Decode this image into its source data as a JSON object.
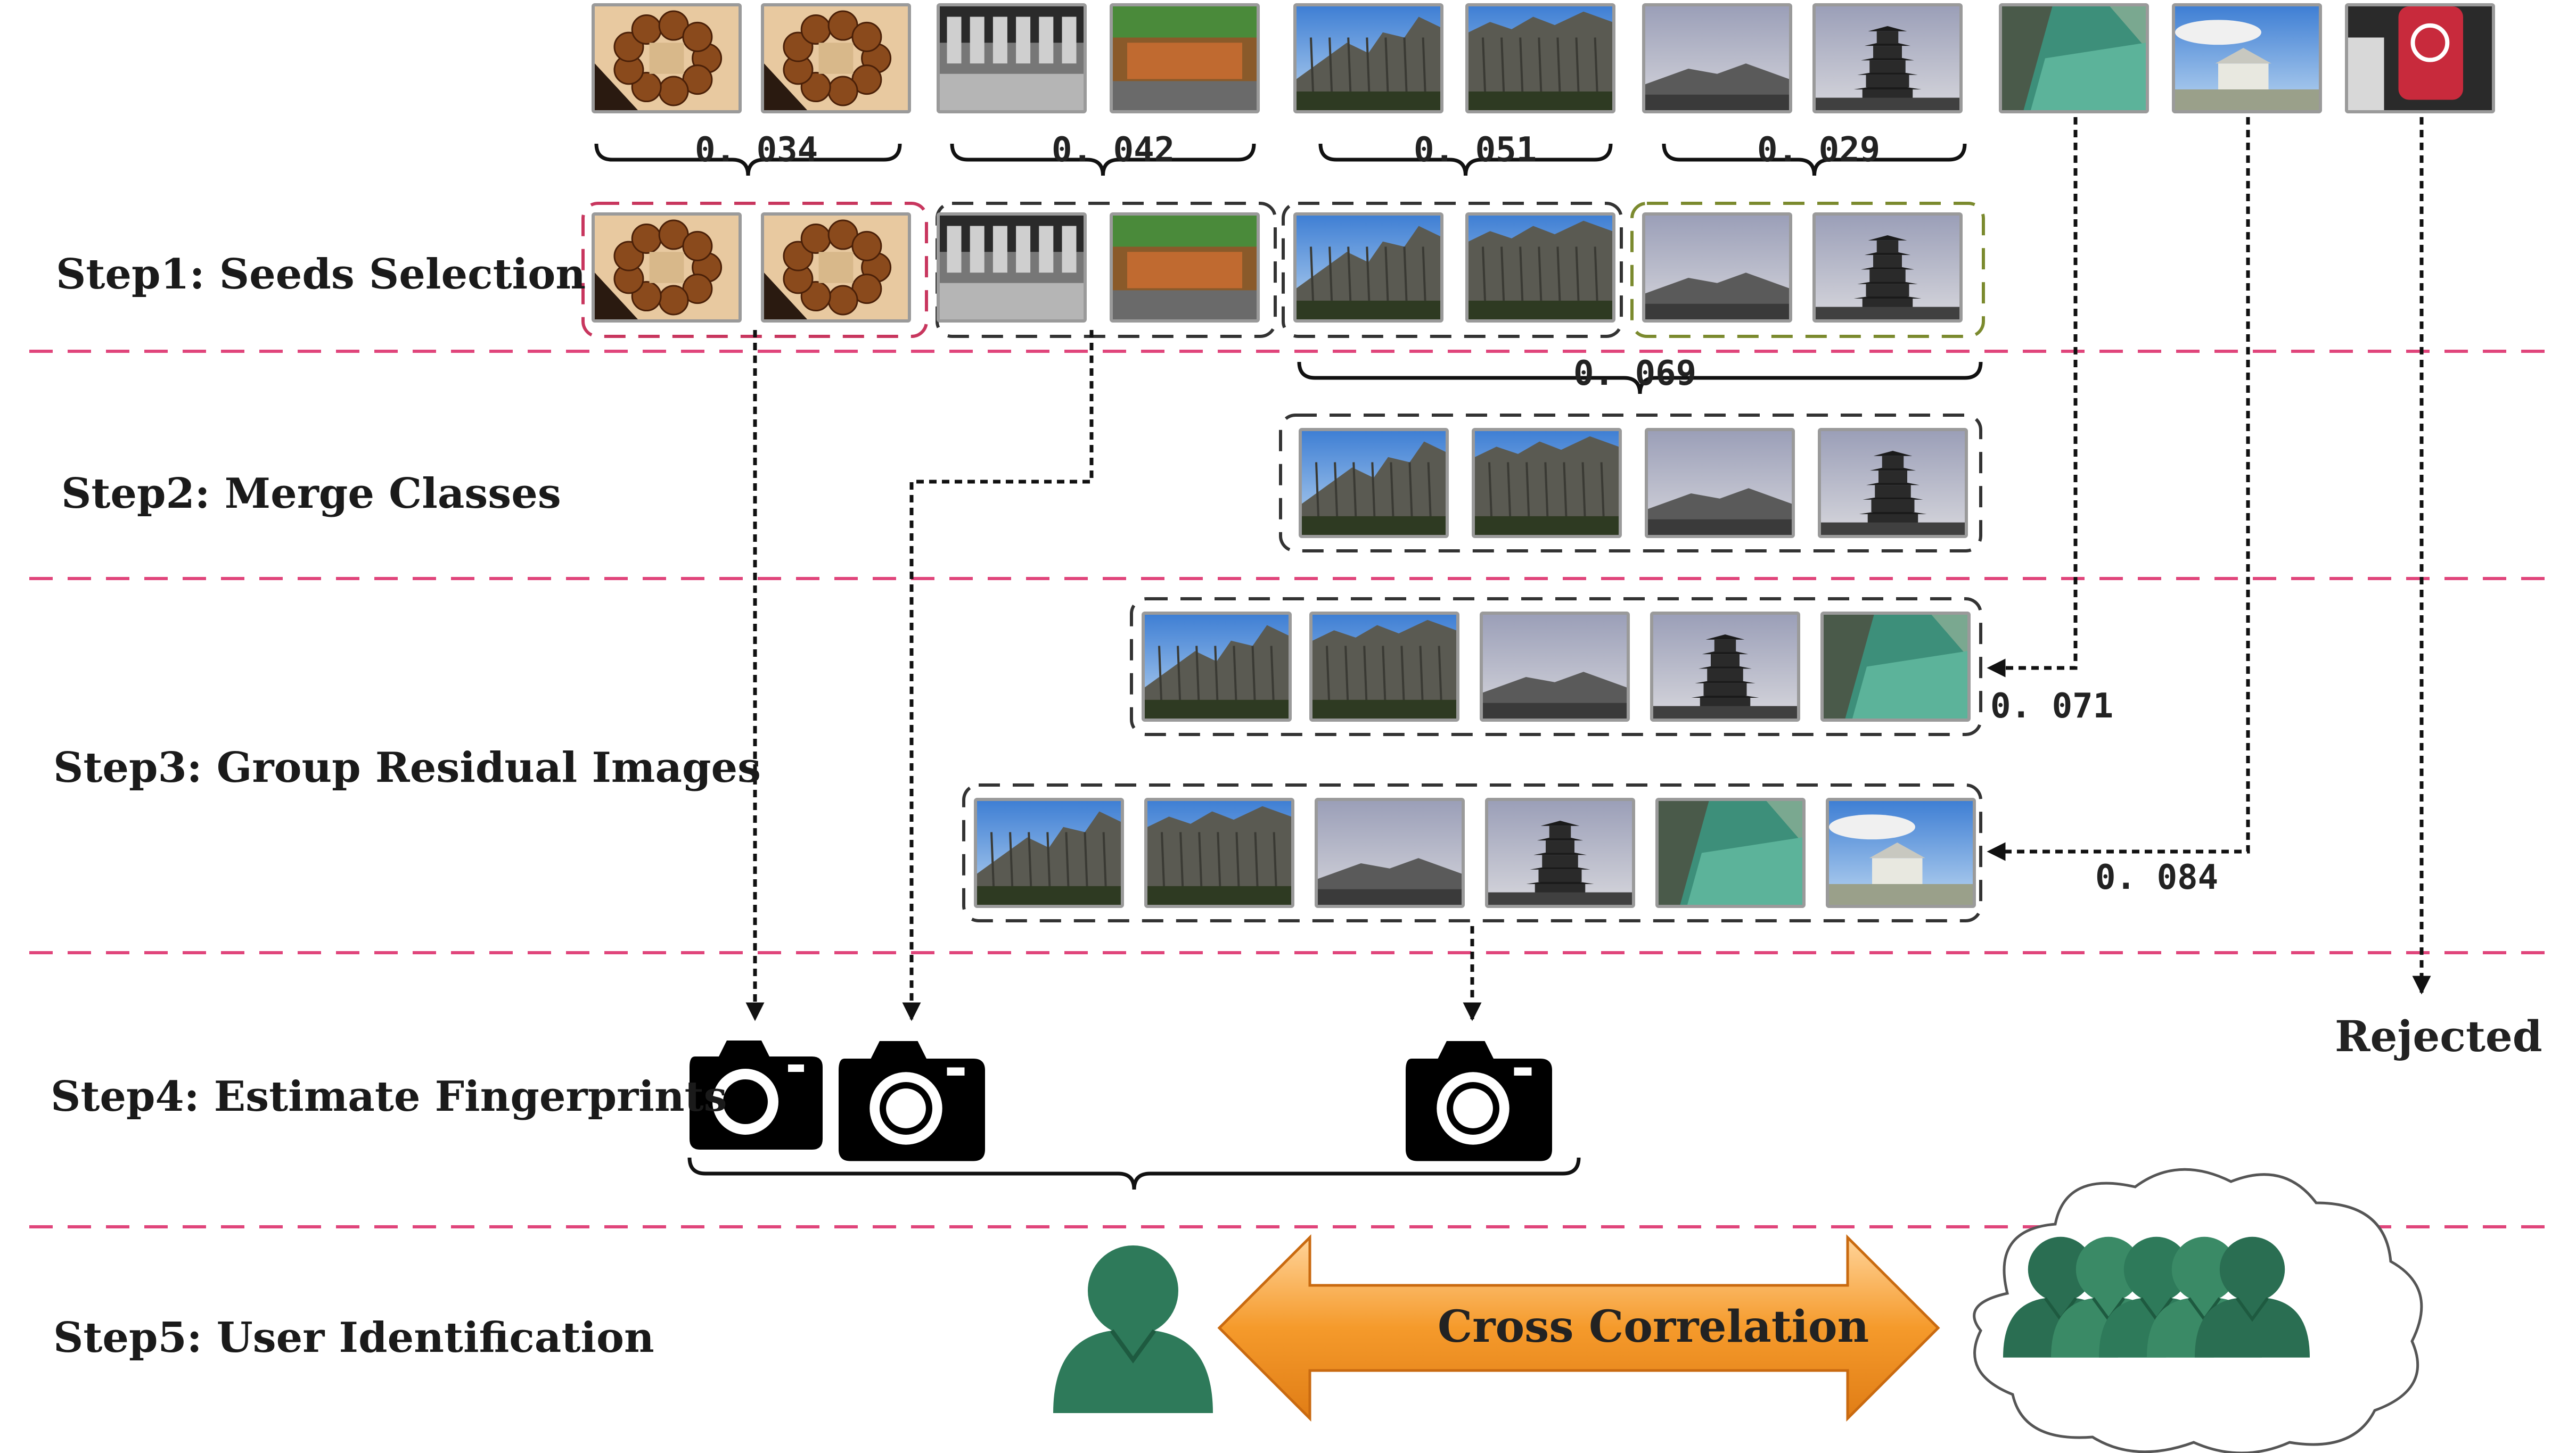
{
  "steps": {
    "step1": "Step1: Seeds Selection",
    "step2": "Step2: Merge Classes",
    "step3": "Step3: Group Residual Images",
    "step4": "Step4: Estimate Fingerprints",
    "step5": "Step5: User Identification"
  },
  "distances": {
    "pair_1": "0. 034",
    "pair_2": "0. 042",
    "pair_3": "0. 051",
    "pair_4": "0. 029",
    "merge": "0. 069",
    "residual_1": "0. 071",
    "residual_2": "0. 084"
  },
  "rejected_label": "Rejected",
  "cross_correlation_label": "Cross Correlation",
  "colors": {
    "separator": "#e0457b",
    "arrow_fill": "#f59a2b",
    "arrow_stroke": "#c96a10",
    "person": "#2e7a5a",
    "cluster_red": "#c8365e",
    "cluster_olive": "#7b8a2e",
    "cluster_black": "#333333"
  },
  "image_types": [
    "bracelet",
    "interior",
    "cliff",
    "cliff2",
    "valley",
    "pagoda",
    "waterfall",
    "yurt",
    "redbag"
  ]
}
